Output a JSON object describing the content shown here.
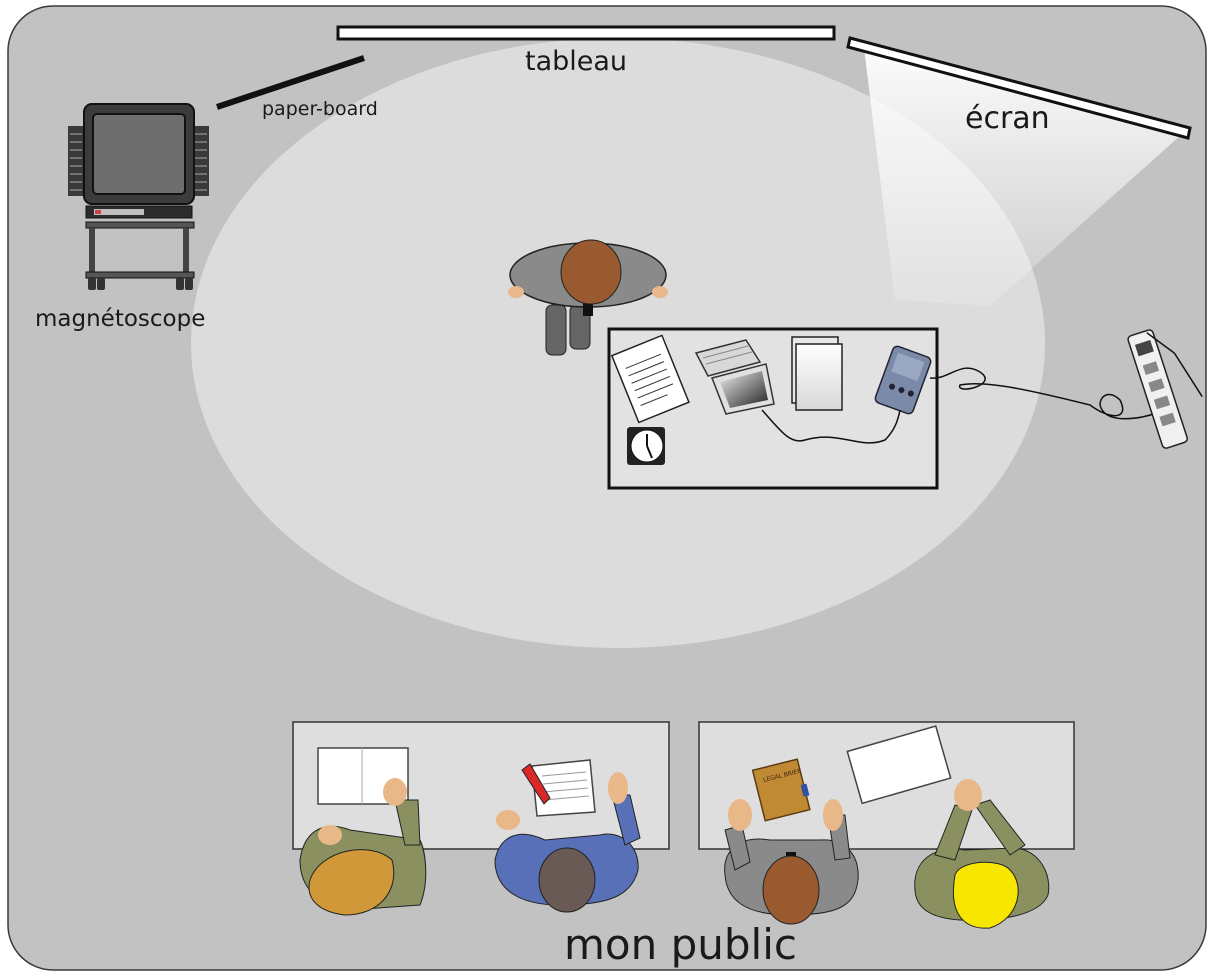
{
  "labels": {
    "tableau": "tableau",
    "paper_board": "paper-board",
    "ecran": "écran",
    "magnetoscope": "magnétoscope",
    "mon_public": "mon public"
  },
  "book_spine_text": "LEGAL BRIEF",
  "colors": {
    "room_floor": "#c2c2c2",
    "spotlight": "#dcdcdc",
    "room_border": "#3a3a3a",
    "desk": "#dedede",
    "suit_gray": "#8a8a8a",
    "hair_brown": "#9a5a30",
    "skin": "#e8b888",
    "olive_sweater": "#8a9060",
    "blue_shirt": "#5870b8",
    "yellow_hair": "#f6e600",
    "orange_hair": "#d09838"
  }
}
